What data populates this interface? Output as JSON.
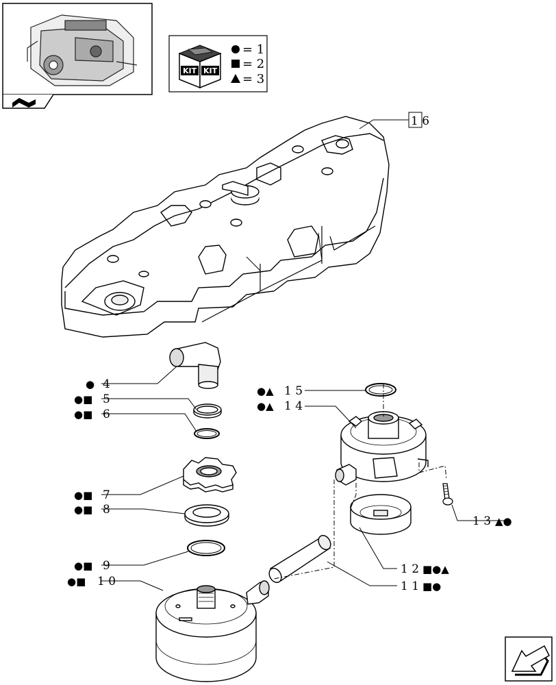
{
  "kit_legend": {
    "kit_icon": "kit-box-icon",
    "kit_word_left": "KIT",
    "kit_word_right": "KIT",
    "rows": [
      {
        "symbol": "●",
        "shape": "circle",
        "text": "= 1"
      },
      {
        "symbol": "■",
        "shape": "square",
        "text": "= 2"
      },
      {
        "symbol": "▲",
        "shape": "triangle",
        "text": "= 3"
      }
    ]
  },
  "callouts": {
    "c4": {
      "symbols": "●",
      "number": "4"
    },
    "c5": {
      "symbols": "●■",
      "number": "5"
    },
    "c6": {
      "symbols": "●■",
      "number": "6"
    },
    "c7": {
      "symbols": "●■",
      "number": "7"
    },
    "c8": {
      "symbols": "●■",
      "number": "8"
    },
    "c9": {
      "symbols": "●■",
      "number": "9"
    },
    "c10": {
      "symbols": "●■",
      "number": "1 0"
    },
    "c15": {
      "symbols": "●▲",
      "number": "1 5"
    },
    "c14": {
      "symbols": "●▲",
      "number": "1 4"
    },
    "c13": {
      "number": "1 3",
      "symbols": "▲●"
    },
    "c12": {
      "number": "1 2",
      "symbols": "■●▲"
    },
    "c11": {
      "number": "1 1",
      "symbols": "■●"
    },
    "c16": {
      "number": "1 6"
    }
  },
  "icons": {
    "engine_thumbnail": "engine-thumbnail-icon",
    "nav_tab": "book-nav-icon",
    "next_arrow": "next-page-arrow-icon"
  }
}
